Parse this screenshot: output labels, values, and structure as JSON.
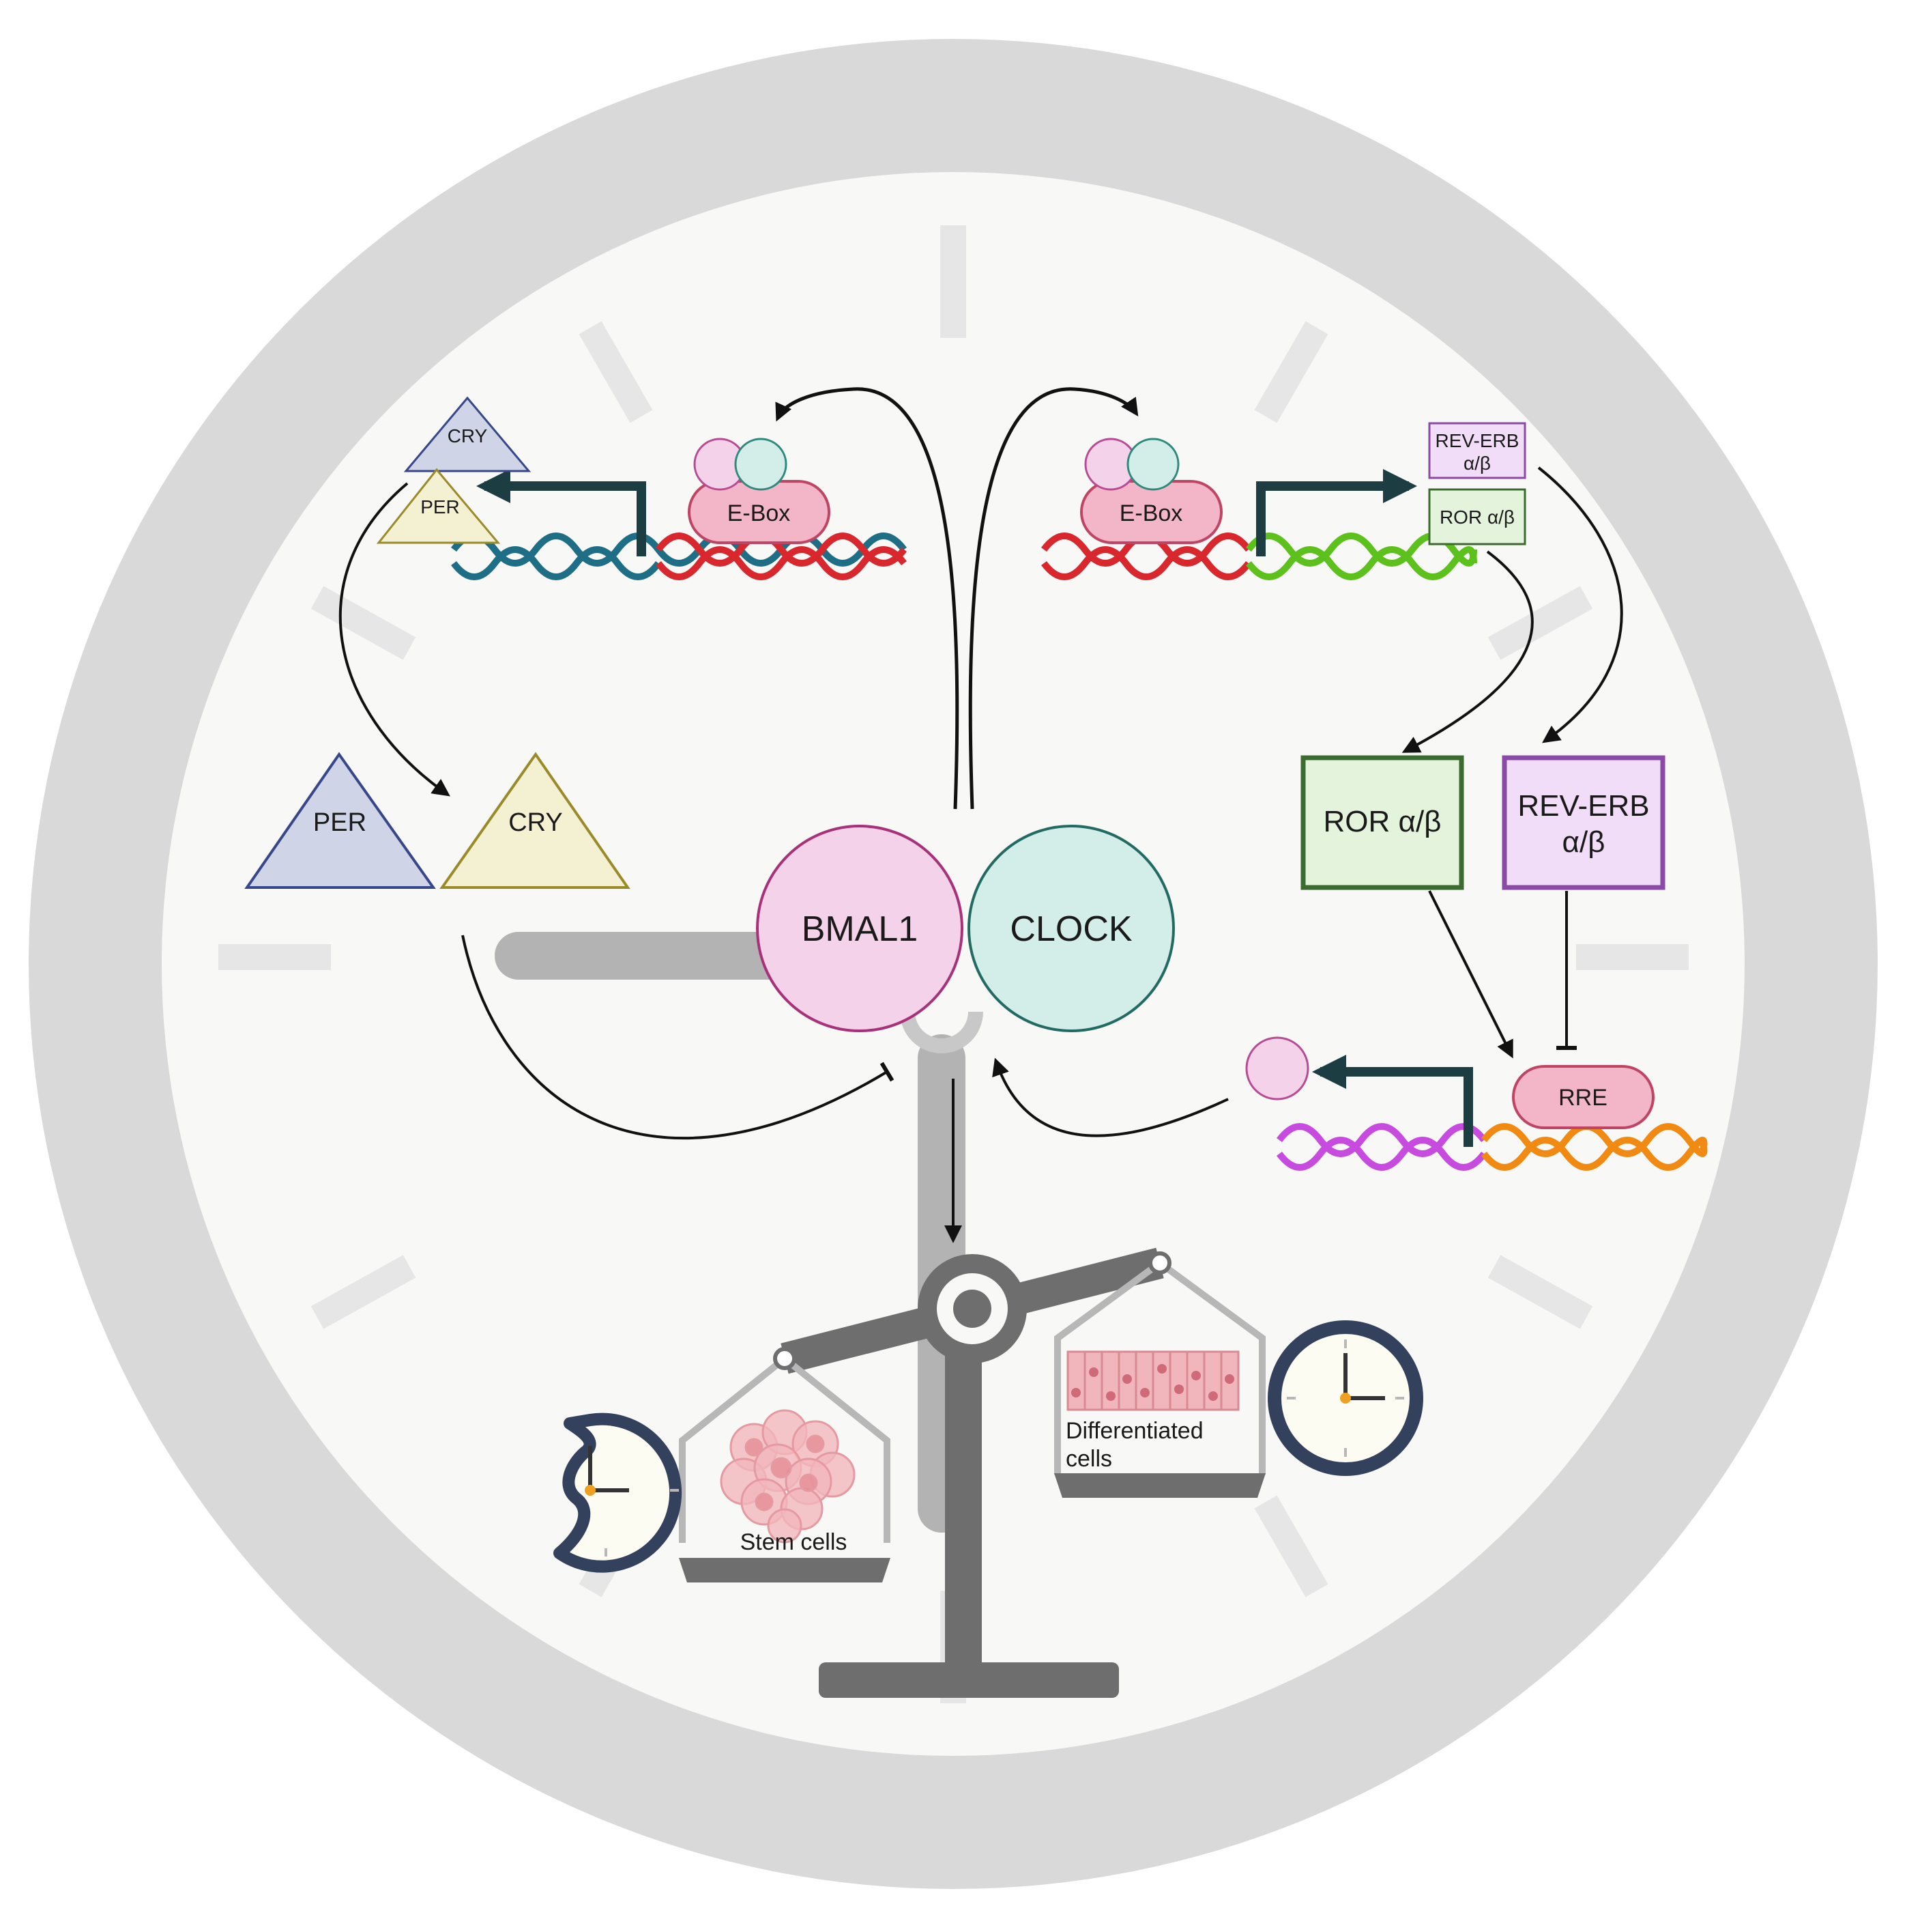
{
  "labels": {
    "cry_small": "CRY",
    "per_small": "PER",
    "ebox_left": "E-Box",
    "ebox_right": "E-Box",
    "reverb_small_line1": "REV-ERB",
    "reverb_small_line2": "α/β",
    "ror_small": "ROR α/β",
    "per_large": "PER",
    "cry_large": "CRY",
    "bmal1": "BMAL1",
    "clock": "CLOCK",
    "ror_large": "ROR α/β",
    "reverb_large_line1": "REV-ERB",
    "reverb_large_line2": "α/β",
    "rre": "RRE",
    "differentiated_line1": "Differentiated",
    "differentiated_line2": "cells",
    "stem_cells": "Stem cells"
  },
  "colors": {
    "clock_ring": "#d9d9d9",
    "clock_face": "#f8f8f7",
    "tick": "#e6e6e6",
    "per": "#cfd5e6",
    "cry": "#f3f1d2",
    "bmal1": "#f4d3ea",
    "clock_protein": "#d3ede8",
    "ror_fill": "#e3f3dc",
    "ror_stroke": "#3b6b2e",
    "reverb_fill": "#f1ddf7",
    "reverb_stroke": "#8a4aa8",
    "ebox": "#f3b6c8",
    "dna_red": "#d9272e",
    "dna_teal": "#1e6f86",
    "dna_green": "#5cc11c",
    "dna_magenta": "#c84be0",
    "dna_orange": "#f08a12",
    "arrow_dark": "#1c3d42",
    "scale_gray": "#6e6e6e",
    "navy": "#33415c"
  },
  "icons": [
    "clock-face-icon",
    "balance-scale-icon",
    "dna-helix-icon",
    "stem-cell-cluster-icon",
    "epithelial-cells-icon",
    "wall-clock-icon",
    "broken-clock-icon"
  ]
}
